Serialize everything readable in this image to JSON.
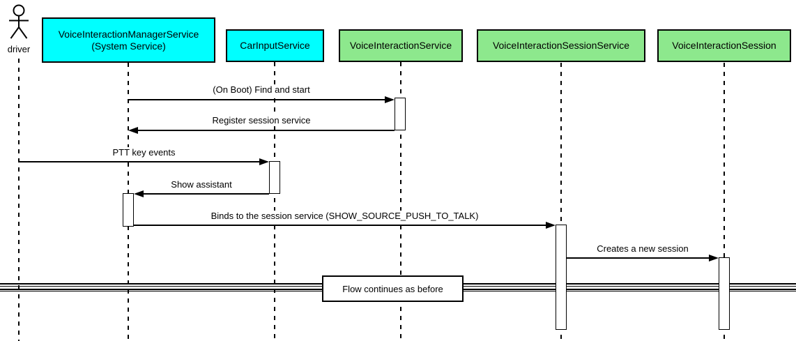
{
  "diagram_type": "uml-sequence",
  "actor": {
    "label": "driver"
  },
  "participants": [
    {
      "label": "VoiceInteractionManagerService",
      "sublabel": "(System Service)",
      "fill": "#00FFFF"
    },
    {
      "label": "CarInputService",
      "sublabel": "",
      "fill": "#00FFFF"
    },
    {
      "label": "VoiceInteractionService",
      "sublabel": "",
      "fill": "#8DE88D"
    },
    {
      "label": "VoiceInteractionSessionService",
      "sublabel": "",
      "fill": "#8DE88D"
    },
    {
      "label": "VoiceInteractionSession",
      "sublabel": "",
      "fill": "#8DE88D"
    }
  ],
  "messages": [
    {
      "label": "(On Boot) Find and start",
      "from": "VoiceInteractionManagerService",
      "to": "VoiceInteractionService",
      "direction": "right"
    },
    {
      "label": "Register session service",
      "from": "VoiceInteractionService",
      "to": "VoiceInteractionManagerService",
      "direction": "left"
    },
    {
      "label": "PTT key events",
      "from": "driver",
      "to": "CarInputService",
      "direction": "right"
    },
    {
      "label": "Show assistant",
      "from": "CarInputService",
      "to": "VoiceInteractionManagerService",
      "direction": "left"
    },
    {
      "label": "Binds to the session service (SHOW_SOURCE_PUSH_TO_TALK)",
      "from": "VoiceInteractionManagerService",
      "to": "VoiceInteractionSessionService",
      "direction": "right"
    },
    {
      "label": "Creates a new session",
      "from": "VoiceInteractionSessionService",
      "to": "VoiceInteractionSession",
      "direction": "right"
    }
  ],
  "divider": {
    "label": "Flow continues as before"
  },
  "colors": {
    "participant_cyan": "#00FFFF",
    "participant_green": "#8DE88D",
    "line": "#000000",
    "activation_fill": "#FFFFFF",
    "background": "#FFFFFF"
  }
}
